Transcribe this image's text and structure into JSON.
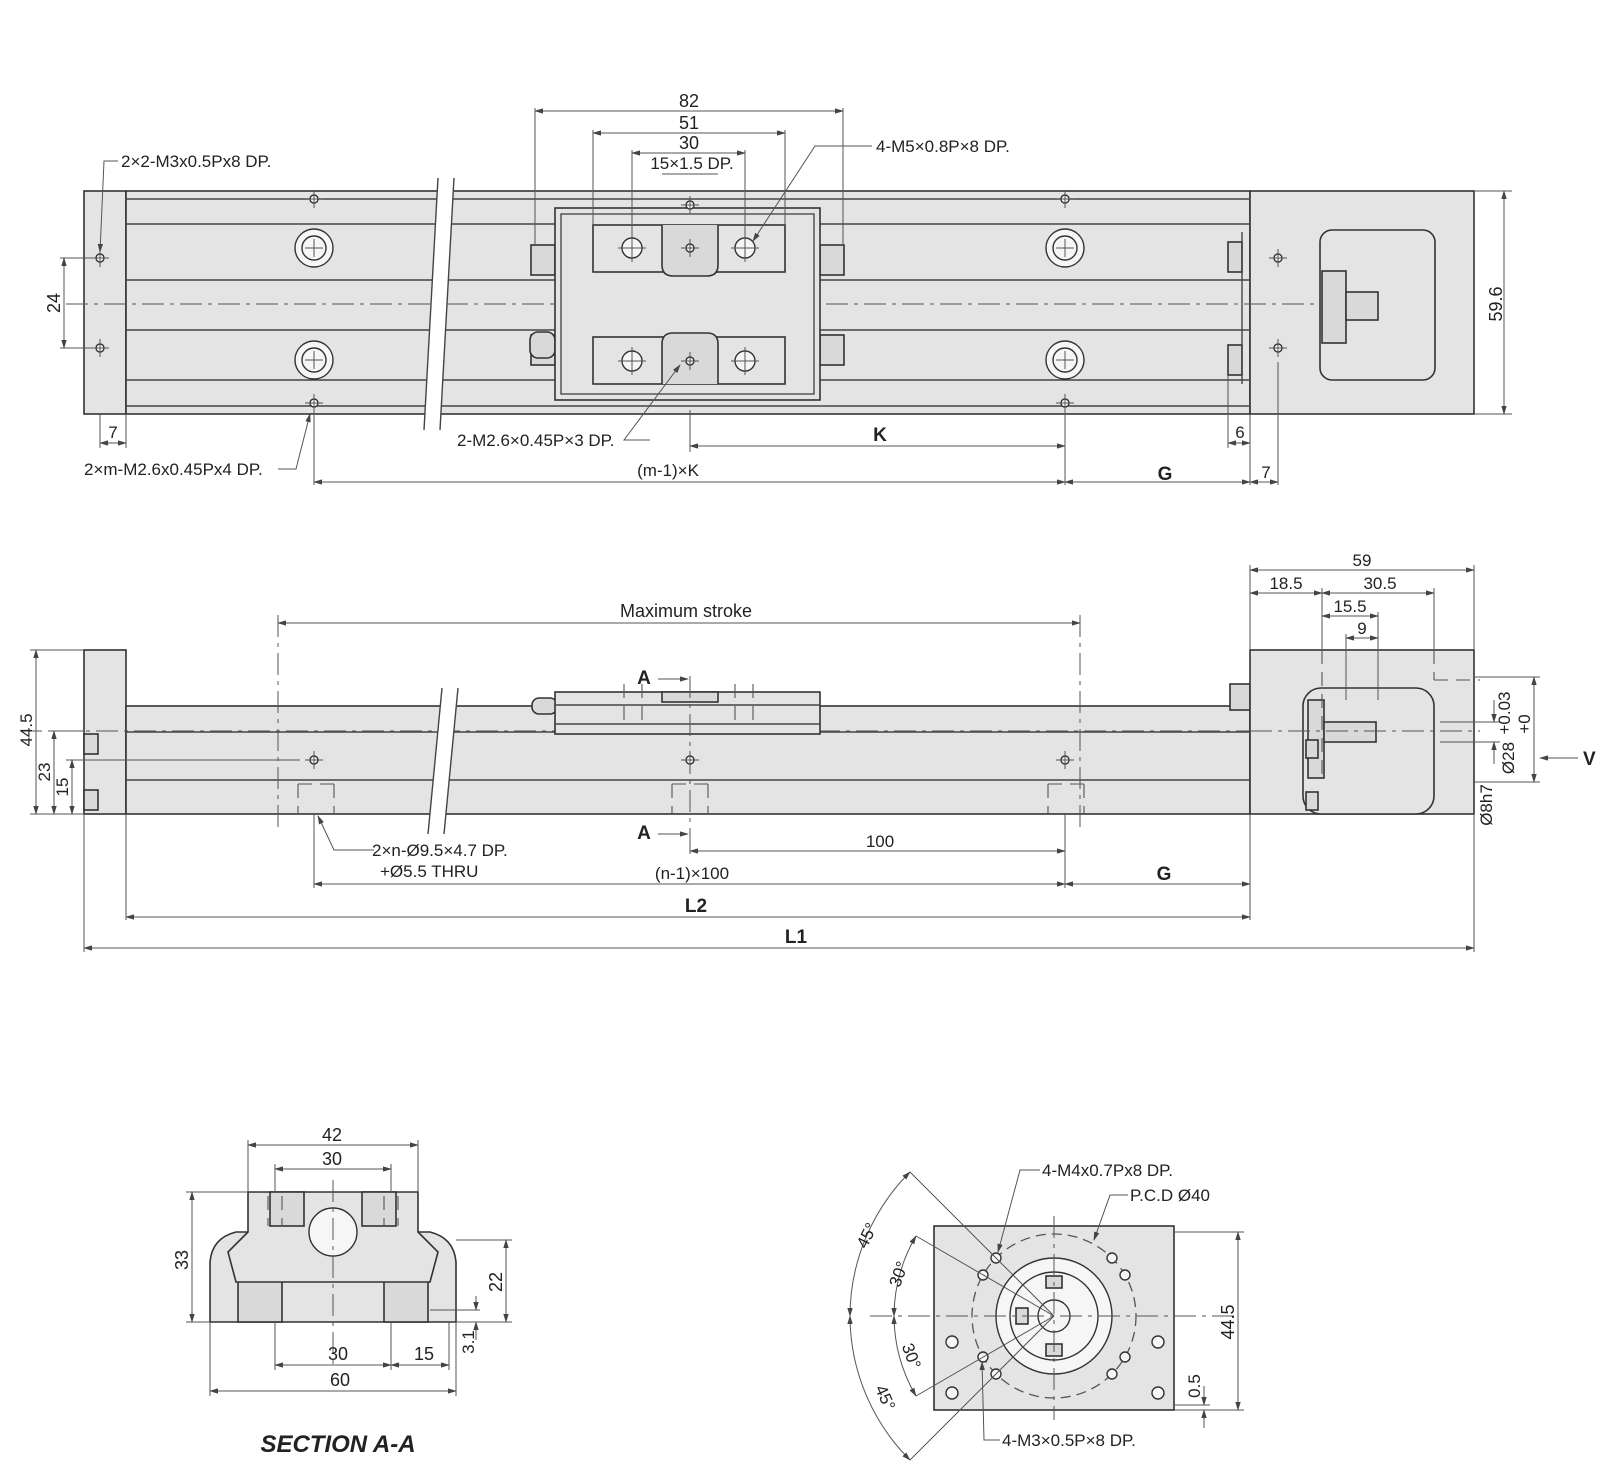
{
  "top_view": {
    "callout_tap_end": "2×2-M3x0.5Px8 DP.",
    "callout_carriage_tap": "4-M5×0.8P×8 DP.",
    "dim_82": "82",
    "dim_51": "51",
    "dim_30": "30",
    "dim_15x15": "15×1.5 DP.",
    "dim_24": "24",
    "dim_59_6": "59.6",
    "dim_7_left": "7",
    "callout_base_tap": "2×m-M2.6x0.45Px4 DP.",
    "callout_small_tap": "2-M2.6×0.45P×3 DP.",
    "dim_K": "K",
    "dim_m1K": "(m-1)×K",
    "dim_G": "G",
    "dim_6": "6",
    "dim_7_right": "7"
  },
  "side_view": {
    "max_stroke": "Maximum stroke",
    "dim_59": "59",
    "dim_18_5": "18.5",
    "dim_30_5": "30.5",
    "dim_15_5": "15.5",
    "dim_9": "9",
    "section_A_top": "A",
    "section_A_bottom": "A",
    "dim_44_5": "44.5",
    "dim_23": "23",
    "dim_15": "15",
    "tol_plus": "+0.03",
    "tol_zero": "+0",
    "dim_d28": "Ø28",
    "dim_d8h7": "Ø8h7",
    "view_V": "V",
    "callout_counterbore_1": "2×n-Ø9.5×4.7 DP.",
    "callout_counterbore_2": "+Ø5.5 THRU",
    "dim_100": "100",
    "dim_n1x100": "(n-1)×100",
    "dim_G": "G",
    "dim_L2": "L2",
    "dim_L1": "L1"
  },
  "section_view": {
    "dim_42": "42",
    "dim_30_top": "30",
    "dim_33": "33",
    "dim_22": "22",
    "dim_3_1": "3.1",
    "dim_30_bottom": "30",
    "dim_15": "15",
    "dim_60": "60",
    "title": "SECTION A-A"
  },
  "end_view": {
    "callout_m4": "4-M4x0.7Px8 DP.",
    "callout_pcd": "P.C.D Ø40",
    "angle_45_top": "45°",
    "angle_30_top": "30°",
    "angle_30_bottom": "30°",
    "angle_45_bottom": "45°",
    "dim_44_5": "44.5",
    "dim_0_5": "0.5",
    "callout_m3": "4-M3×0.5P×8 DP."
  }
}
